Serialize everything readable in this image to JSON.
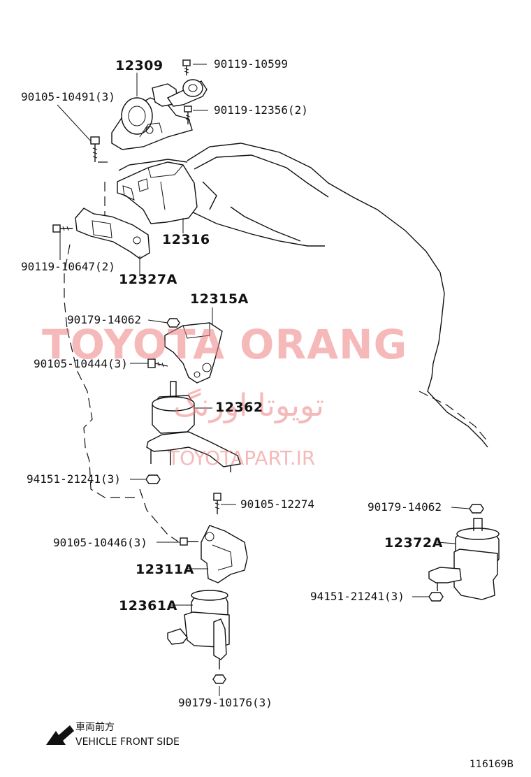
{
  "labels": {
    "p12309": "12309",
    "p90119_10599": "90119-10599",
    "p90105_10491": "90105-10491(3)",
    "p90119_12356": "90119-12356(2)",
    "p12316": "12316",
    "p90119_10647": "90119-10647(2)",
    "p12327A": "12327A",
    "p12315A": "12315A",
    "p90179_14062_a": "90179-14062",
    "p90105_10444": "90105-10444(3)",
    "p12362": "12362",
    "p94151_21241_a": "94151-21241(3)",
    "p90105_12274": "90105-12274",
    "p90105_10446": "90105-10446(3)",
    "p12311A": "12311A",
    "p12361A": "12361A",
    "p90179_10176": "90179-10176(3)",
    "p90179_14062_b": "90179-14062",
    "p12372A": "12372A",
    "p94151_21241_b": "94151-21241(3)"
  },
  "watermark": {
    "line1": "TOYOTA ORANG",
    "line2": "تویوتا اورنگ",
    "line3": "TOYOTAPART.IR"
  },
  "front": {
    "japanese": "車両前方",
    "english": "VEHICLE FRONT SIDE"
  },
  "figure_id": "116169B",
  "colors": {
    "watermark": "#f08080",
    "line": "#111111"
  }
}
